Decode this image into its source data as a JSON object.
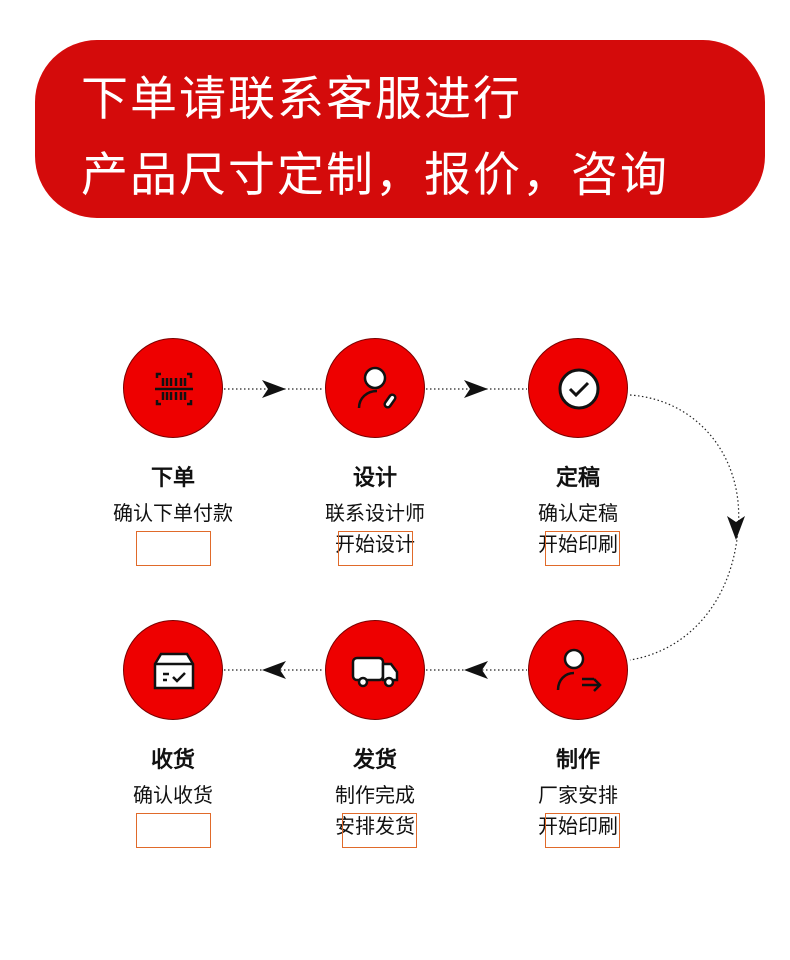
{
  "banner": {
    "line1": "下单请联系客服进行",
    "line2": "产品尺寸定制，报价，咨询"
  },
  "colors": {
    "banner": "#d40b0b",
    "circle": "#ee0000",
    "box_border": "#e06a2a"
  },
  "steps": [
    {
      "icon": "barcode-scan-icon",
      "title": "下单",
      "desc1": "确认下单付款",
      "desc2": ""
    },
    {
      "icon": "user-edit-icon",
      "title": "设计",
      "desc1": "联系设计师",
      "desc2": "开始设计"
    },
    {
      "icon": "check-circle-icon",
      "title": "定稿",
      "desc1": "确认定稿",
      "desc2": "开始印刷"
    },
    {
      "icon": "user-arrow-icon",
      "title": "制作",
      "desc1": "厂家安排",
      "desc2": "开始印刷"
    },
    {
      "icon": "truck-icon",
      "title": "发货",
      "desc1": "制作完成",
      "desc2": "安排发货"
    },
    {
      "icon": "package-check-icon",
      "title": "收货",
      "desc1": "确认收货",
      "desc2": ""
    }
  ]
}
